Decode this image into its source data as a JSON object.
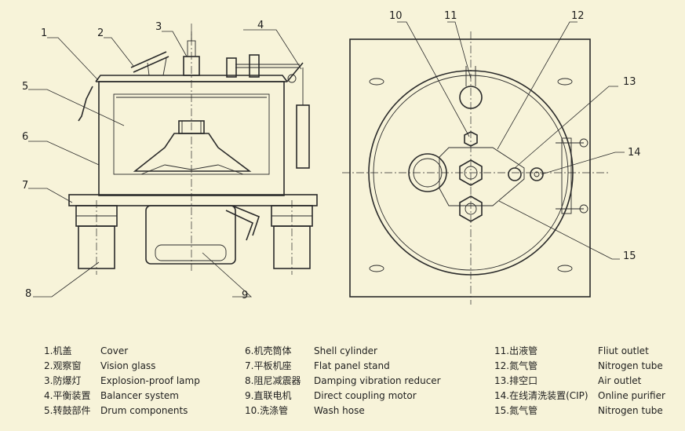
{
  "callouts": [
    "1",
    "2",
    "3",
    "4",
    "5",
    "6",
    "7",
    "8",
    "9",
    "10",
    "11",
    "12",
    "13",
    "14",
    "15"
  ],
  "legend": [
    {
      "cn": "1.机盖",
      "en": "Cover"
    },
    {
      "cn": "2.观察窗",
      "en": "Vision glass"
    },
    {
      "cn": "3.防爆灯",
      "en": "Explosion-proof lamp"
    },
    {
      "cn": "4.平衡装置",
      "en": "Balancer system"
    },
    {
      "cn": "5.转鼓部件",
      "en": "Drum components"
    },
    {
      "cn": "6.机壳筒体",
      "en": "Shell cylinder"
    },
    {
      "cn": "7.平板机座",
      "en": "Flat panel stand"
    },
    {
      "cn": "8.阻尼减震器",
      "en": "Damping vibration reducer"
    },
    {
      "cn": "9.直联电机",
      "en": "Direct coupling motor"
    },
    {
      "cn": "10.洗涤管",
      "en": "Wash hose"
    },
    {
      "cn": "11.出液管",
      "en": "Fliut outlet"
    },
    {
      "cn": "12.氮气管",
      "en": "Nitrogen tube"
    },
    {
      "cn": "13.排空口",
      "en": "Air outlet"
    },
    {
      "cn": "14.在线清洗装置(CIP)",
      "en": "Online purifier"
    },
    {
      "cn": "15.氮气管",
      "en": "Nitrogen tube"
    }
  ]
}
